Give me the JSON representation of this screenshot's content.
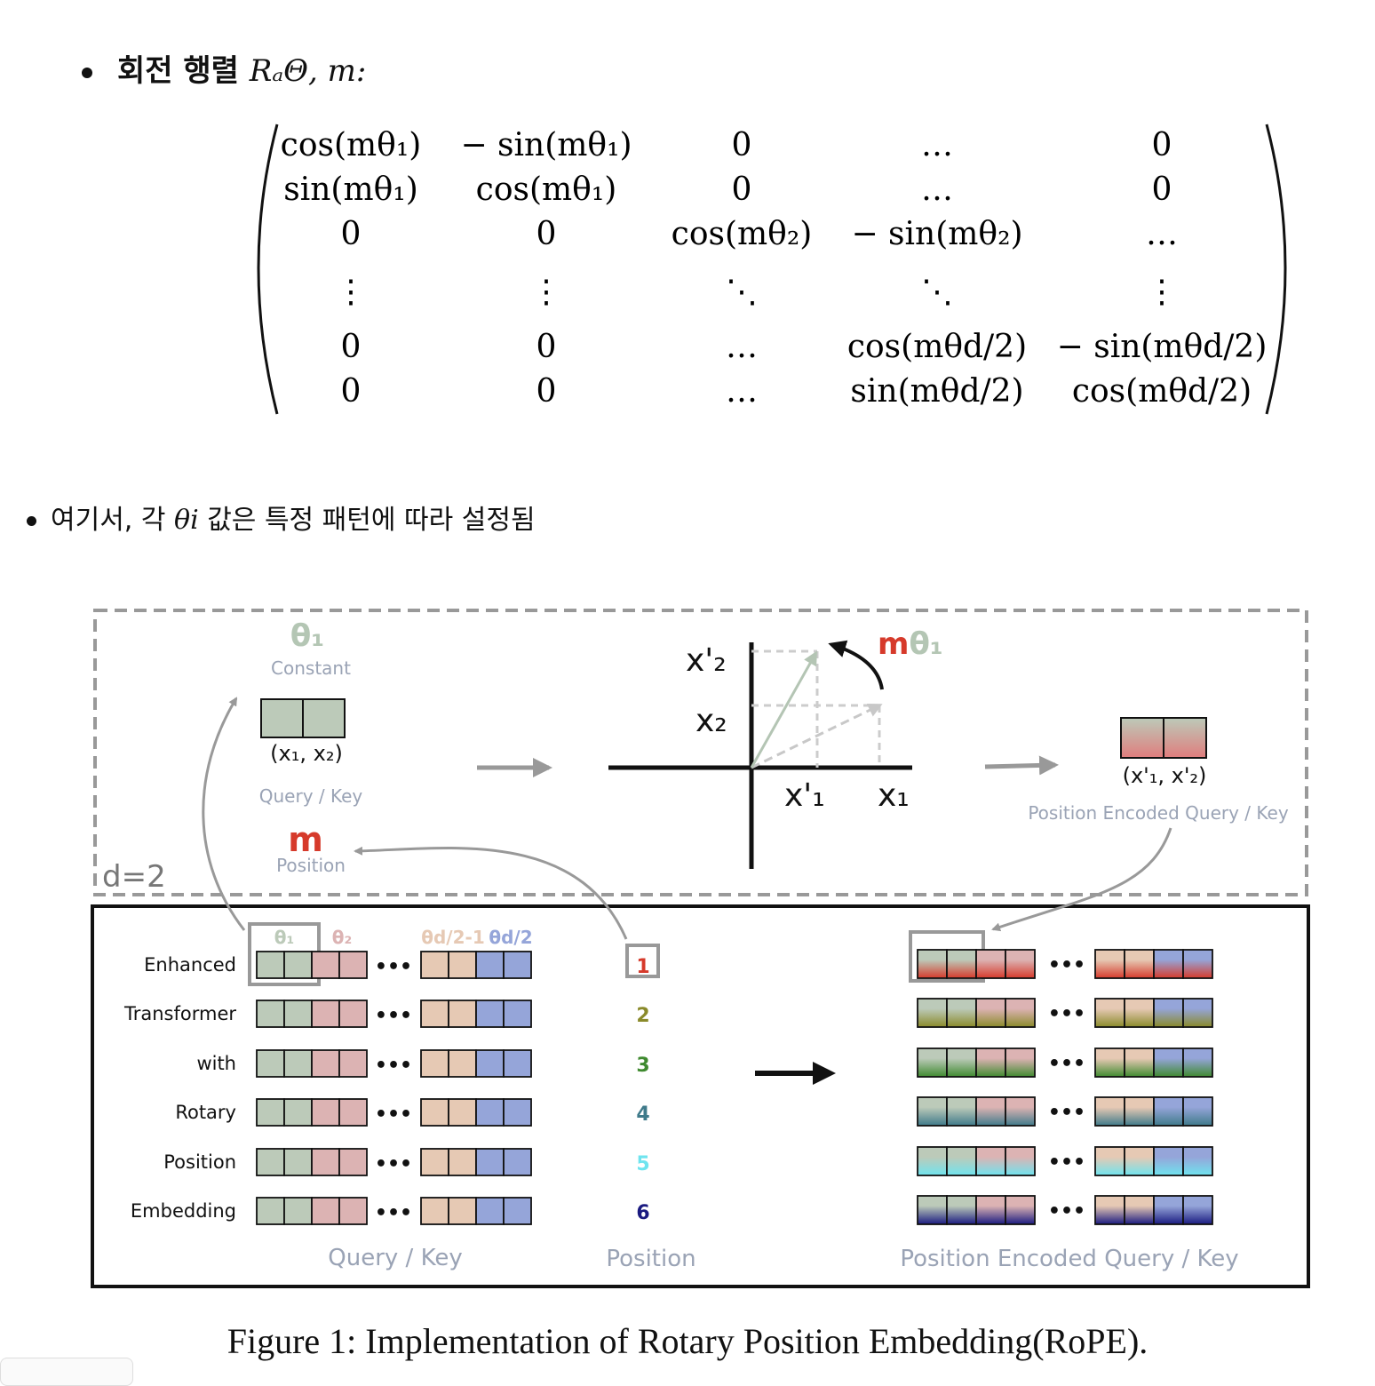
{
  "bullets": {
    "rotation": {
      "prefix": "회전 행렬 ",
      "math": "RₐΘ, m:"
    },
    "note": {
      "prefix": "여기서, 각 ",
      "math": "θi",
      "suffix": " 값은 특정 패턴에 따라 설정됨"
    }
  },
  "matrix": {
    "rows": [
      [
        "cos(mθ₁)",
        "− sin(mθ₁)",
        "0",
        "…",
        "0"
      ],
      [
        "sin(mθ₁)",
        "cos(mθ₁)",
        "0",
        "…",
        "0"
      ],
      [
        "0",
        "0",
        "cos(mθ₂)",
        "− sin(mθ₂)",
        "…"
      ],
      [
        "⋮",
        "⋮",
        "⋱",
        "⋱",
        "⋮"
      ],
      [
        "0",
        "0",
        "…",
        "cos(mθd/2)",
        "− sin(mθd/2)"
      ],
      [
        "0",
        "0",
        "…",
        "sin(mθd/2)",
        "cos(mθd/2)"
      ]
    ]
  },
  "figure": {
    "top": {
      "theta_label": "θ₁",
      "constant": "Constant",
      "pair": "(x₁, x₂)",
      "query_key": "Query / Key",
      "m_label": "m",
      "position": "Position",
      "d_label": "d=2",
      "axis": {
        "xp2": "x'₂",
        "x2": "x₂",
        "xp1": "x'₁",
        "x1": "x₁",
        "angle_m": "m",
        "angle_theta": "θ₁"
      },
      "out_pair": "(x'₁, x'₂)",
      "out_label": "Position Encoded Query / Key"
    },
    "bottom": {
      "theta_headers": [
        "θ₁",
        "θ₂",
        "θd/2-1",
        "θd/2"
      ],
      "words": [
        "Enhanced",
        "Transformer",
        "with",
        "Rotary",
        "Position",
        "Embedding"
      ],
      "positions": [
        "1",
        "2",
        "3",
        "4",
        "5",
        "6"
      ],
      "dots": "•••",
      "label_query": "Query / Key",
      "label_position": "Position",
      "label_encoded": "Position Encoded Query / Key"
    },
    "colors": {
      "theta1": "#bccab9",
      "theta2": "#dcb3b3",
      "theta_d_minus": "#e6c9b4",
      "theta_d": "#95a5d9",
      "m_red": "#d63a2b",
      "gray_text": "#9aa3b5",
      "pos_colors": [
        "#d63a2b",
        "#8a8a2a",
        "#3f8a2f",
        "#3f7a8a",
        "#6fe4ef",
        "#1a1a80"
      ]
    }
  },
  "caption": "Figure 1: Implementation of Rotary Position Embedding(RoPE)."
}
